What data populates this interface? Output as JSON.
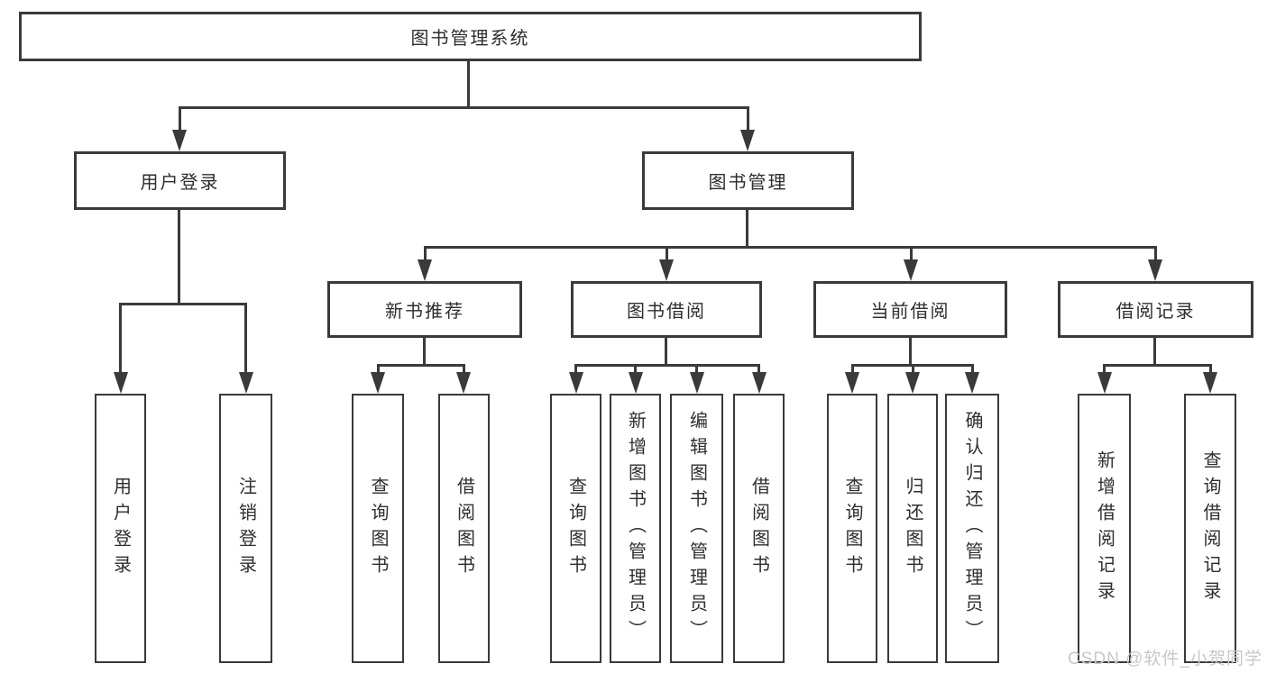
{
  "title": "图书管理系统",
  "level2": {
    "user_login": "用户登录",
    "book_mgmt": "图书管理"
  },
  "level3": {
    "recommend": "新书推荐",
    "borrow": "图书借阅",
    "current": "当前借阅",
    "records": "借阅记录"
  },
  "leaves": {
    "login": [
      "用户登录",
      "注销登录"
    ],
    "recommend": [
      "查询图书",
      "借阅图书"
    ],
    "borrow": [
      "查询图书",
      "新增图书（管理员）",
      "编辑图书（管理员）",
      "借阅图书"
    ],
    "current": [
      "查询图书",
      "归还图书",
      "确认归还（管理员）"
    ],
    "records": [
      "新增借阅记录",
      "查询借阅记录"
    ]
  },
  "watermark": "CSDN @软件_小贺同学",
  "colors": {
    "line": "#3a3a3a",
    "text": "#2e2e2e",
    "watermark": "#c7c7c7"
  }
}
